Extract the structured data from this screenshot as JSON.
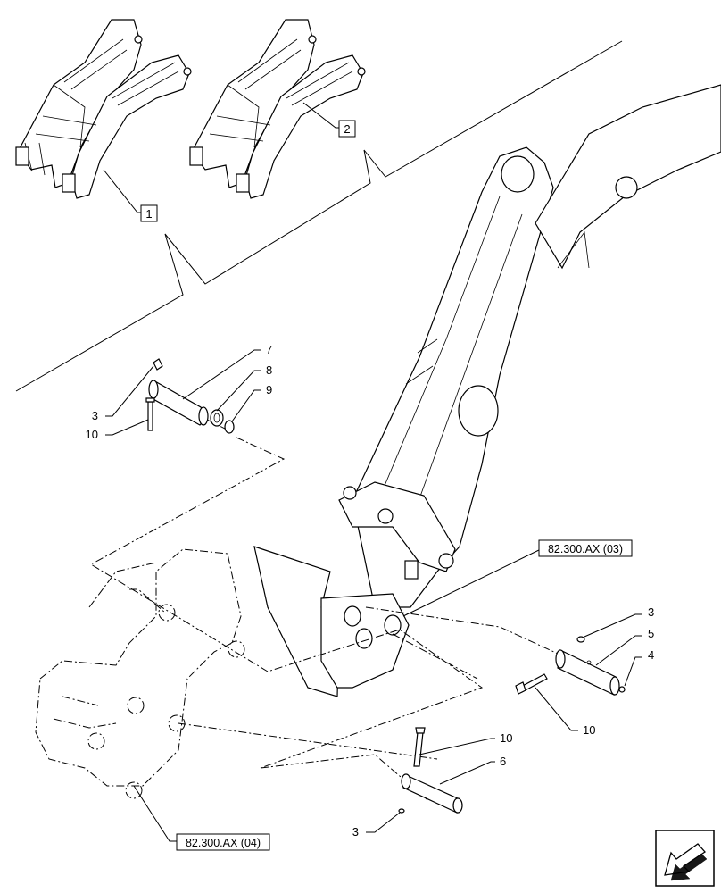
{
  "callouts": {
    "c1": "1",
    "c2": "2",
    "c3a": "3",
    "c10a": "10",
    "c7": "7",
    "c8": "8",
    "c9": "9",
    "c3b": "3",
    "c5": "5",
    "c4": "4",
    "c10b": "10",
    "c10c": "10",
    "c6": "6",
    "c3c": "3"
  },
  "refs": {
    "ref_top": "82.300.AX (03)",
    "ref_bottom": "82.300.AX (04)"
  },
  "icons": {
    "nav": "next-page-arrow-icon"
  }
}
